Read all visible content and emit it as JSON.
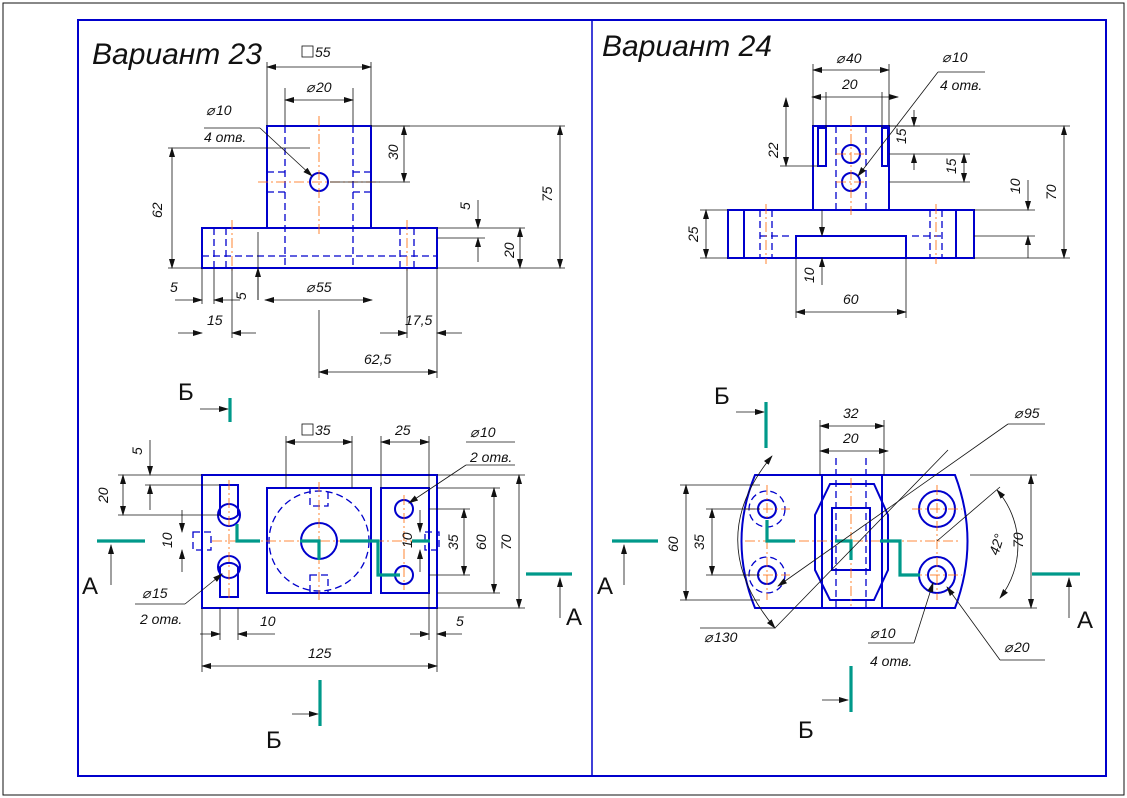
{
  "colors": {
    "outline": "#0000cc",
    "centerline": "#ff6600",
    "cut_plane": "#00998a",
    "dimension": "#111111"
  },
  "v23": {
    "title": "Вариант 23",
    "top": {
      "sq55": "55",
      "d20": "20",
      "hole_d10": "10",
      "holes4": "4 отв.",
      "h30": "30",
      "h62": "62",
      "h5": "5",
      "h75": "75",
      "h20": "20",
      "w5a": "5",
      "w5b": "5",
      "d55": "55",
      "w15": "15",
      "w17_5": "17,5",
      "w62_5": "62,5"
    },
    "bottom": {
      "sq35": "35",
      "w25": "25",
      "hole_d10": "10",
      "holes2": "2 отв.",
      "h5": "5",
      "h20": "20",
      "h10": "10",
      "h35": "35",
      "h60": "60",
      "h70": "70",
      "hole_d15": "15",
      "holes2b": "2 отв.",
      "w10": "10",
      "w5": "5",
      "w125": "125"
    },
    "sectionA": "А",
    "sectionB": "Б"
  },
  "v24": {
    "title": "Вариант 24",
    "top": {
      "d40": "40",
      "w20": "20",
      "hole_d10": "10",
      "holes4": "4 отв.",
      "h22": "22",
      "h15a": "15",
      "h15b": "15",
      "h10": "10",
      "h70": "70",
      "h25": "25",
      "h10b": "10",
      "w60": "60"
    },
    "bottom": {
      "w32": "32",
      "w20": "20",
      "d95": "95",
      "h60": "60",
      "h35": "35",
      "ang42": "42°",
      "h70": "70",
      "d130": "130",
      "hole_d10": "10",
      "holes4": "4 отв.",
      "d20": "20"
    },
    "sectionA": "А",
    "sectionB": "Б"
  }
}
